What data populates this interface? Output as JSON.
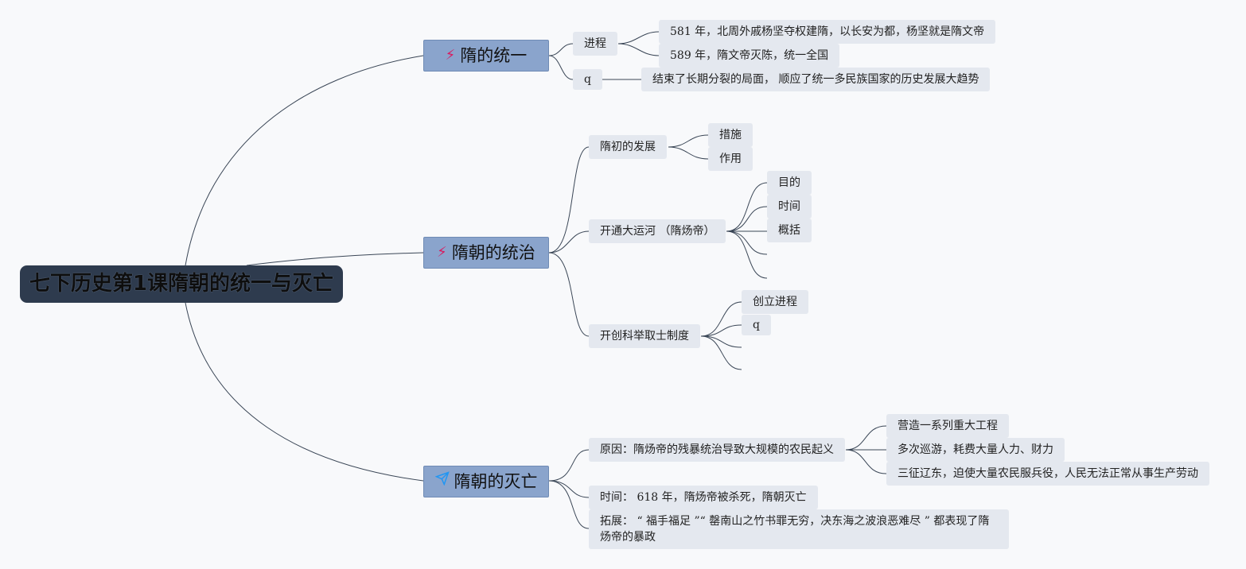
{
  "root": {
    "title": "七下历史第1课隋朝的统一与灭亡"
  },
  "branches": [
    {
      "label": "隋的统一",
      "icon": "magic-wand-icon",
      "icon_color": "#d81b60",
      "children": [
        {
          "label": "进程",
          "children": [
            {
              "label": "581 年，北周外戚杨坚夺权建隋，以长安为都，杨坚就是隋文帝"
            },
            {
              "label": "589 年，隋文帝灭陈，统一全国"
            }
          ]
        },
        {
          "label": "q",
          "children": [
            {
              "label": "结束了长期分裂的局面， 顺应了统一多民族国家的历史发展大趋势"
            }
          ]
        }
      ]
    },
    {
      "label": "隋朝的统治",
      "icon": "magic-wand-icon",
      "icon_color": "#d81b60",
      "children": [
        {
          "label": "隋初的发展",
          "children": [
            {
              "label": "措施"
            },
            {
              "label": "作用"
            }
          ]
        },
        {
          "label": "开通大运河 （隋炀帝）",
          "children": [
            {
              "label": "目的"
            },
            {
              "label": "时间"
            },
            {
              "label": "概括"
            },
            {
              "label": ""
            },
            {
              "label": ""
            }
          ]
        },
        {
          "label": "开创科举取士制度",
          "children": [
            {
              "label": "创立进程"
            },
            {
              "label": "q"
            },
            {
              "label": ""
            },
            {
              "label": ""
            }
          ]
        }
      ]
    },
    {
      "label": "隋朝的灭亡",
      "icon": "paper-plane-icon",
      "icon_color": "#2196f3",
      "children": [
        {
          "label": "原因：隋炀帝的残暴统治导致大规模的农民起义",
          "children": [
            {
              "label": "营造一系列重大工程"
            },
            {
              "label": "多次巡游，耗费大量人力、财力"
            },
            {
              "label": "三征辽东，迫使大量农民服兵役，人民无法正常从事生产劳动"
            }
          ]
        },
        {
          "label": "时间： 618 年，隋炀帝被杀死，隋朝灭亡"
        },
        {
          "label": "拓展： “ 福手福足 ”“ 罄南山之竹书罪无穷，决东海之波浪恶难尽 ” 都表现了隋炀帝的暴政"
        }
      ]
    }
  ]
}
